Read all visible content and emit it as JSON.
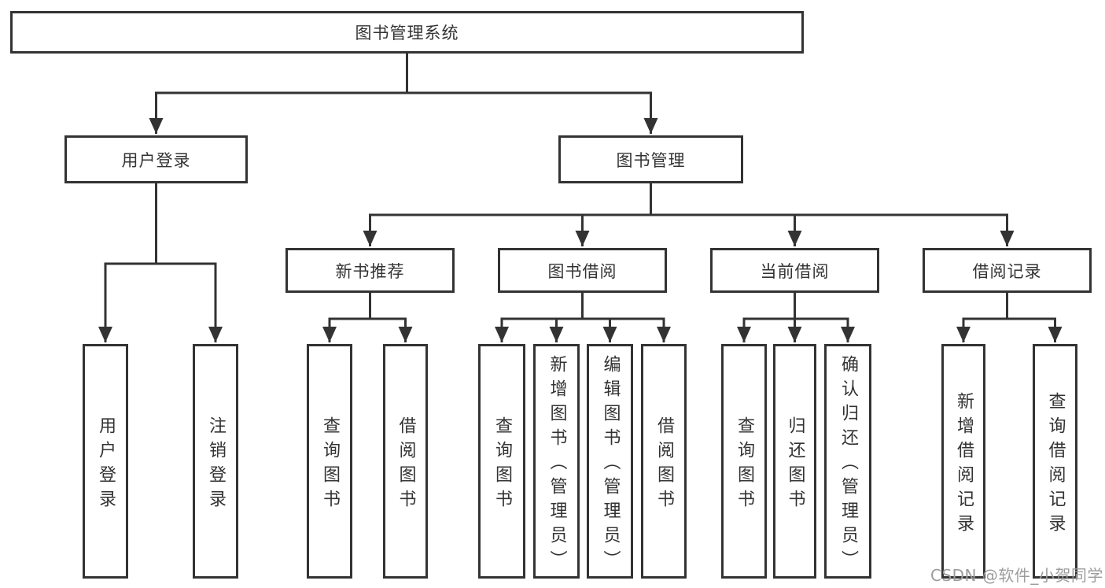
{
  "diagram": {
    "title": "图书管理系统",
    "colors": {
      "line": "#333333",
      "box_border": "#333333",
      "text": "#333333",
      "background": "#ffffff",
      "watermark": "#9c9c9c"
    },
    "root": {
      "label": "图书管理系统"
    },
    "branches": [
      {
        "label": "用户登录",
        "children": [
          {
            "label": "用户登录"
          },
          {
            "label": "注销登录"
          }
        ]
      },
      {
        "label": "图书管理",
        "groups": [
          {
            "label": "新书推荐",
            "children": [
              {
                "label": "查询图书"
              },
              {
                "label": "借阅图书"
              }
            ]
          },
          {
            "label": "图书借阅",
            "children": [
              {
                "label": "查询图书"
              },
              {
                "label": "新增图书（管理员）"
              },
              {
                "label": "编辑图书（管理员）"
              },
              {
                "label": "借阅图书"
              }
            ]
          },
          {
            "label": "当前借阅",
            "children": [
              {
                "label": "查询图书"
              },
              {
                "label": "归还图书"
              },
              {
                "label": "确认归还（管理员）"
              }
            ]
          },
          {
            "label": "借阅记录",
            "children": [
              {
                "label": "新增借阅记录"
              },
              {
                "label": "查询借阅记录"
              }
            ]
          }
        ]
      }
    ]
  },
  "watermark": {
    "text": "CSDN @软件_小贺同学"
  }
}
